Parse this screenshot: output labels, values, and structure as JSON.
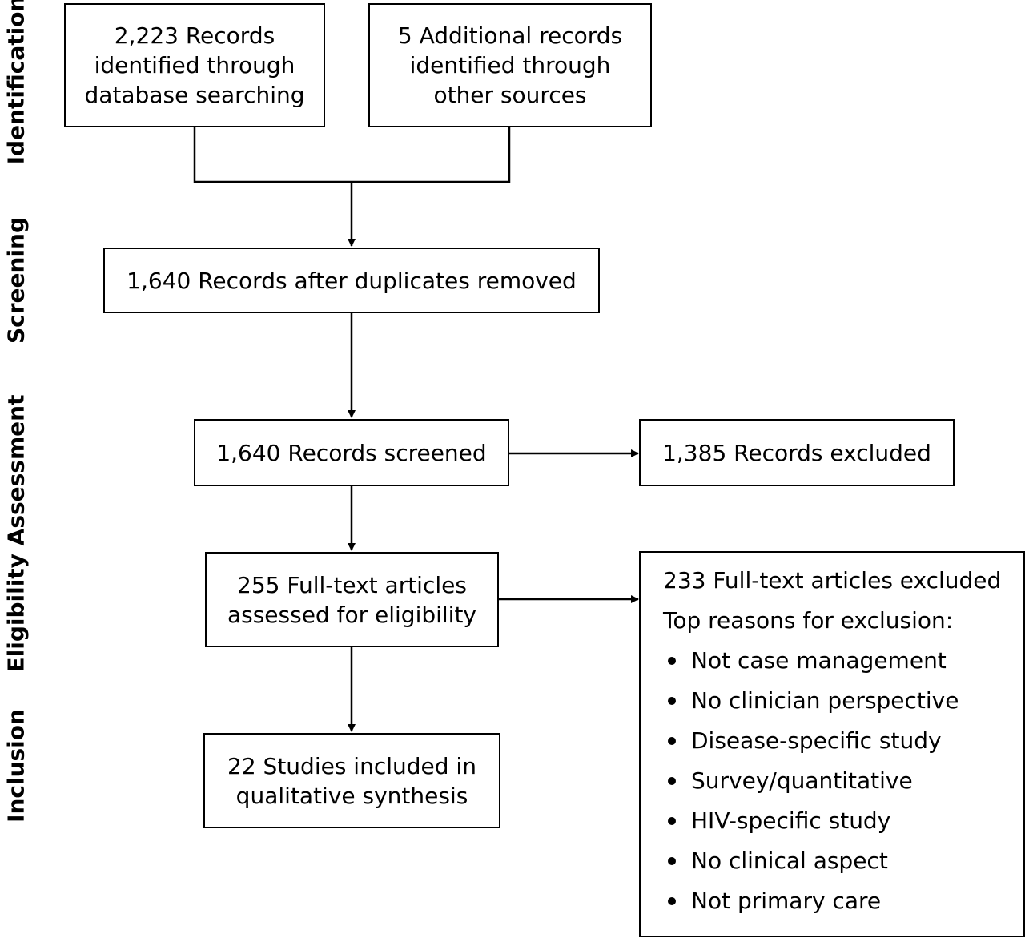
{
  "stages": {
    "identification": "Identification",
    "screening": "Screening",
    "eligibility": "Eligibility Assessment",
    "inclusion": "Inclusion"
  },
  "boxes": {
    "database_records": [
      "2,223 Records",
      "identified through",
      "database searching"
    ],
    "additional_records": [
      "5 Additional records",
      "identified through",
      "other sources"
    ],
    "after_duplicates": [
      "1,640 Records after duplicates removed"
    ],
    "screened": [
      "1,640 Records screened"
    ],
    "excluded_records": [
      "1,385 Records excluded"
    ],
    "fulltext_assessed": [
      "255 Full-text articles",
      "assessed for eligibility"
    ],
    "included": [
      "22 Studies included in",
      "qualitative synthesis"
    ]
  },
  "fulltext_excluded": {
    "title": "233 Full-text articles excluded",
    "reasons_heading": "Top reasons for exclusion:",
    "reasons": [
      "Not case management",
      "No clinician perspective",
      "Disease-specific study",
      "Survey/quantitative",
      "HIV-specific study",
      "No clinical aspect",
      "Not primary care"
    ]
  }
}
